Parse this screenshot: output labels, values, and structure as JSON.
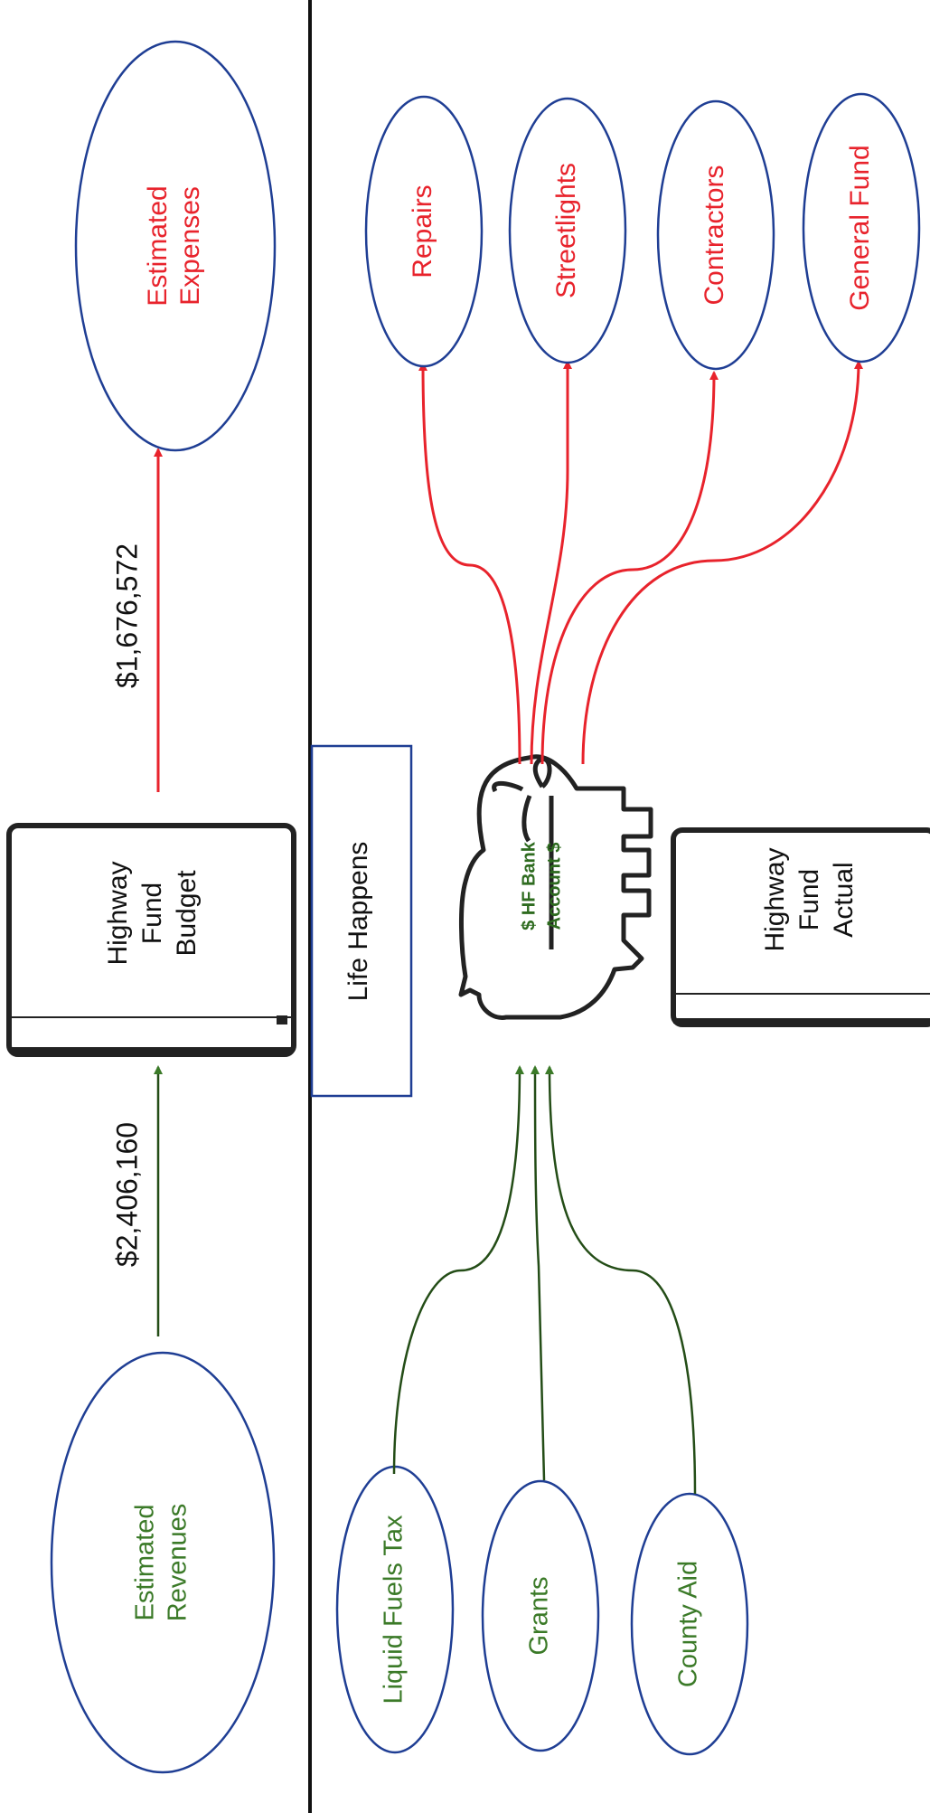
{
  "top": {
    "revenues_oval": {
      "line1": "Estimated",
      "line2": "Revenues"
    },
    "revenues_amount": "$2,406,160",
    "budget_book": {
      "line1": "Highway",
      "line2": "Fund",
      "line3": "Budget"
    },
    "expenses_amount": "$1,676,572",
    "expenses_oval": {
      "line1": "Estimated",
      "line2": "Expenses"
    }
  },
  "life_happens": "Life Happens",
  "bottom": {
    "sources": [
      "Liquid Fuels Tax",
      "Grants",
      "County Aid"
    ],
    "bank": {
      "line1": "$ HF Bank",
      "line2": "Account $"
    },
    "actual_book": {
      "line1": "Highway",
      "line2": "Fund",
      "line3": "Actual"
    },
    "expenses": [
      "Repairs",
      "Streetlights",
      "Contractors",
      "General Fund"
    ]
  },
  "colors": {
    "revenue_green": "#3b7a28",
    "expense_red": "#e8232c",
    "oval_blue": "#1f3e94",
    "divider": "#111111"
  },
  "icons": [
    "piggy-bank-icon",
    "book-icon"
  ]
}
